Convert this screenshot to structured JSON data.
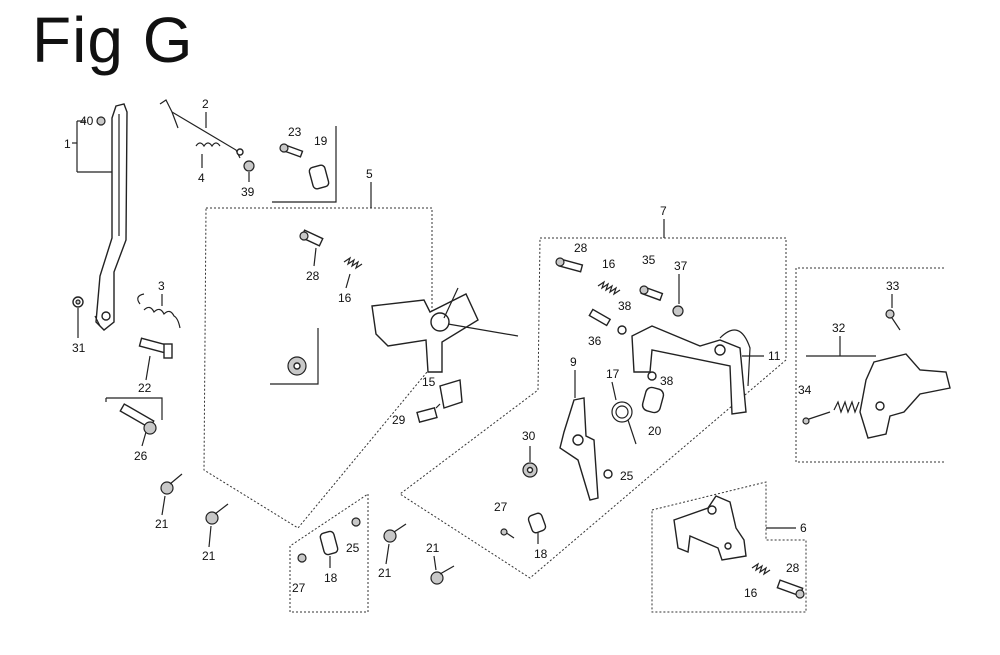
{
  "title": "Fig G",
  "callouts": {
    "c1": "1",
    "c2": "2",
    "c3": "3",
    "c4": "4",
    "c5": "5",
    "c6": "6",
    "c7": "7",
    "c9": "9",
    "c11": "11",
    "c15": "15",
    "c16a": "16",
    "c16b": "16",
    "c16c": "16",
    "c17": "17",
    "c18a": "18",
    "c18b": "18",
    "c19": "19",
    "c20": "20",
    "c21a": "21",
    "c21b": "21",
    "c21c": "21",
    "c21d": "21",
    "c22": "22",
    "c23": "23",
    "c25a": "25",
    "c25b": "25",
    "c26": "26",
    "c27a": "27",
    "c27b": "27",
    "c28a": "28",
    "c28b": "28",
    "c28c": "28",
    "c29": "29",
    "c30": "30",
    "c31": "31",
    "c32": "32",
    "c33": "33",
    "c34": "34",
    "c35": "35",
    "c36": "36",
    "c37": "37",
    "c38a": "38",
    "c38b": "38",
    "c39": "39",
    "c40": "40"
  }
}
